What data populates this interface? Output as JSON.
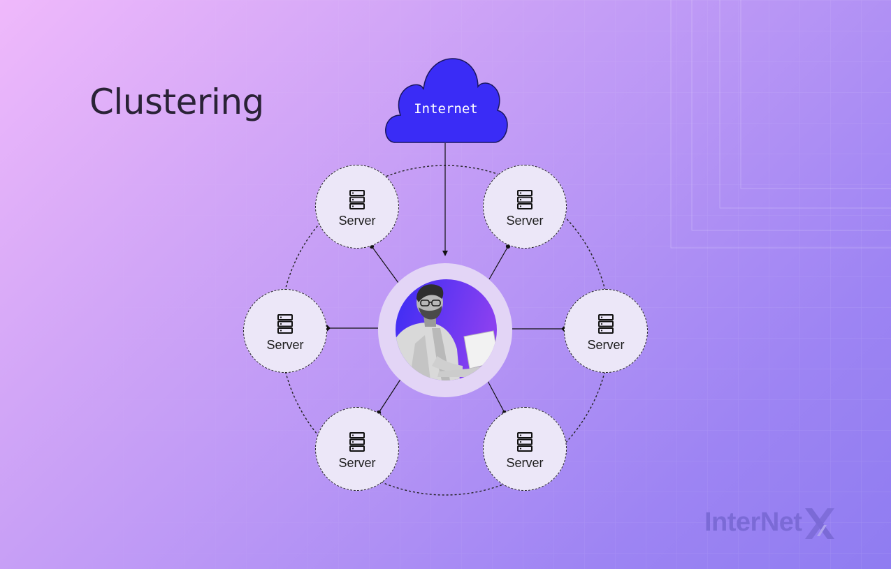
{
  "title": "Clustering",
  "cloud": {
    "label": "Internet"
  },
  "hub": {
    "photo": "person-working-on-laptop"
  },
  "servers": [
    {
      "label": "Server"
    },
    {
      "label": "Server"
    },
    {
      "label": "Server"
    },
    {
      "label": "Server"
    },
    {
      "label": "Server"
    },
    {
      "label": "Server"
    }
  ],
  "logo": {
    "text": "InterNet",
    "mark": "X"
  },
  "colors": {
    "cloud": "#3a2cf6",
    "accent": "#6a3ff2",
    "server_fill": "#ece7f8",
    "title": "#2a2236",
    "logo": "#7b6ad6"
  },
  "icons": [
    "server-rack-icon"
  ]
}
